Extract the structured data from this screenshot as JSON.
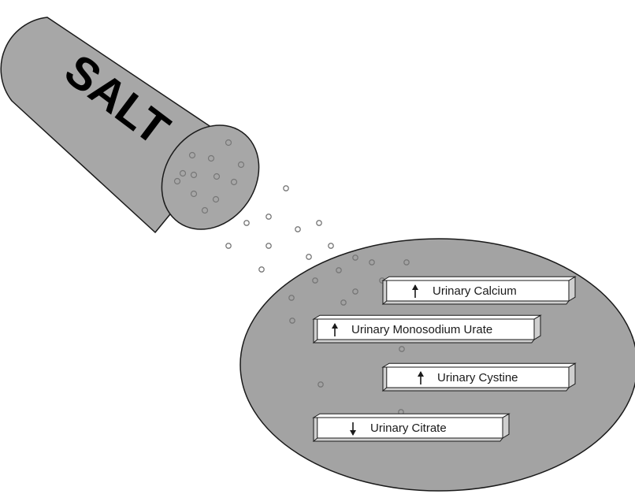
{
  "shaker": {
    "label": "SALT",
    "fill_color": "#a7a7a7"
  },
  "effect_ellipse": {
    "fill_color": "#a3a3a3"
  },
  "effects": [
    {
      "label": "Urinary Calcium",
      "direction": "up"
    },
    {
      "label": "Urinary Monosodium Urate",
      "direction": "up"
    },
    {
      "label": "Urinary Cystine",
      "direction": "up"
    },
    {
      "label": "Urinary Citrate",
      "direction": "down"
    }
  ],
  "colors": {
    "outline": "#1a1a1a",
    "bar_face": "#ffffff",
    "bar_side": "#cfcfcf",
    "grain": "#777777"
  }
}
